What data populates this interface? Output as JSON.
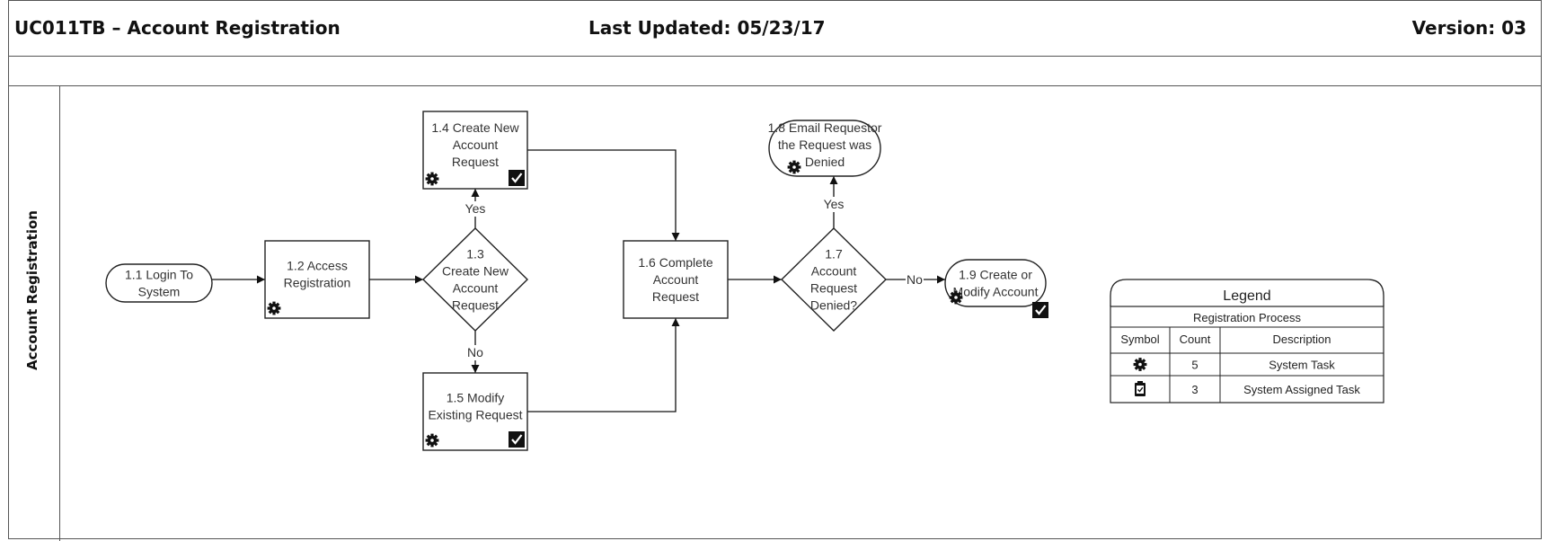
{
  "header": {
    "title": "UC011TB – Account Registration",
    "last_updated": "Last Updated: 05/23/17",
    "version": "Version: 03"
  },
  "lane": {
    "label": "Account Registration"
  },
  "nodes": [
    {
      "id": "n1_1",
      "lines": [
        "1.1 Login To",
        "System"
      ],
      "shape": "terminator",
      "icons": []
    },
    {
      "id": "n1_2",
      "lines": [
        "1.2 Access",
        "Registration"
      ],
      "shape": "process",
      "icons": [
        "gear-icon"
      ]
    },
    {
      "id": "n1_3",
      "lines": [
        "1.3",
        "Create New",
        "Account",
        "Request"
      ],
      "shape": "decision",
      "icons": []
    },
    {
      "id": "n1_4",
      "lines": [
        "1.4 Create New",
        "Account",
        "Request"
      ],
      "shape": "process",
      "icons": [
        "gear-icon",
        "checkbox-icon"
      ]
    },
    {
      "id": "n1_5",
      "lines": [
        "1.5 Modify",
        "Existing Request"
      ],
      "shape": "process",
      "icons": [
        "gear-icon",
        "checkbox-icon"
      ]
    },
    {
      "id": "n1_6",
      "lines": [
        "1.6 Complete",
        "Account",
        "Request"
      ],
      "shape": "process",
      "icons": []
    },
    {
      "id": "n1_7",
      "lines": [
        "1.7",
        "Account",
        "Request",
        "Denied?"
      ],
      "shape": "decision",
      "icons": []
    },
    {
      "id": "n1_8",
      "lines": [
        "1.8 Email Requestor",
        "the Request was",
        "Denied"
      ],
      "shape": "terminator",
      "icons": [
        "gear-icon"
      ]
    },
    {
      "id": "n1_9",
      "lines": [
        "1.9 Create or",
        "Modify Account"
      ],
      "shape": "terminator",
      "icons": [
        "gear-icon",
        "checkbox-icon"
      ]
    }
  ],
  "edges": [
    {
      "from": "n1_1",
      "to": "n1_2",
      "label": ""
    },
    {
      "from": "n1_2",
      "to": "n1_3",
      "label": ""
    },
    {
      "from": "n1_3",
      "to": "n1_4",
      "label": "Yes"
    },
    {
      "from": "n1_3",
      "to": "n1_5",
      "label": "No"
    },
    {
      "from": "n1_4",
      "to": "n1_6",
      "label": ""
    },
    {
      "from": "n1_5",
      "to": "n1_6",
      "label": ""
    },
    {
      "from": "n1_6",
      "to": "n1_7",
      "label": ""
    },
    {
      "from": "n1_7",
      "to": "n1_8",
      "label": "Yes"
    },
    {
      "from": "n1_7",
      "to": "n1_9",
      "label": "No"
    }
  ],
  "legend": {
    "title": "Legend",
    "subtitle": "Registration Process",
    "columns": [
      "Symbol",
      "Count",
      "Description"
    ],
    "rows": [
      {
        "icon": "gear-icon",
        "count": "5",
        "description": "System Task"
      },
      {
        "icon": "clipboard-check-icon",
        "count": "3",
        "description": "System Assigned Task"
      }
    ]
  }
}
